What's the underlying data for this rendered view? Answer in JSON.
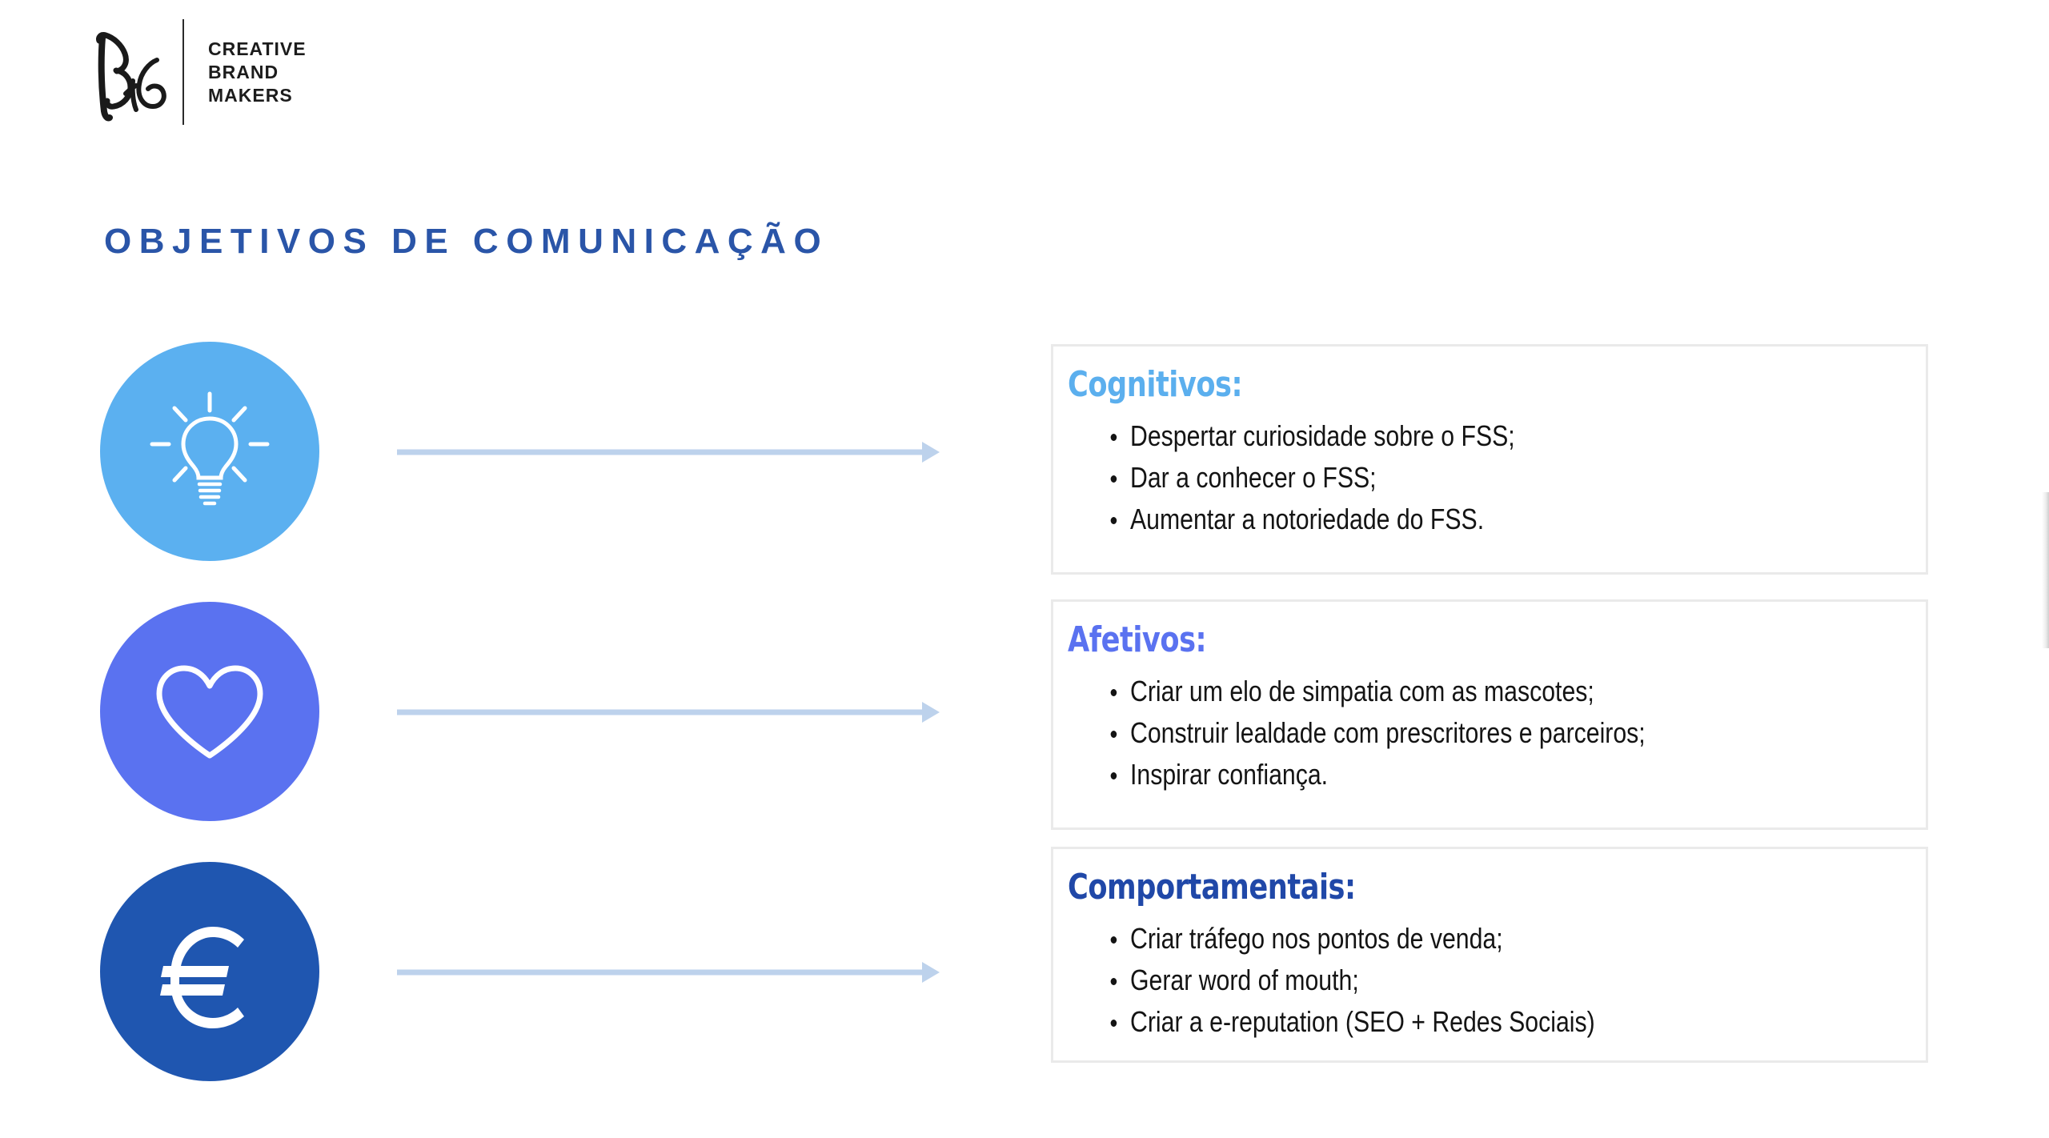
{
  "brand": {
    "monogram_alt": "B16",
    "divider": "vertical-rule",
    "tagline_lines": [
      "CREATIVE",
      "BRAND",
      "MAKERS"
    ]
  },
  "page": {
    "title": "OBJETIVOS DE COMUNICAÇÃO",
    "title_color": "#2A55A8"
  },
  "colors": {
    "light_blue": "#5BB0F0",
    "periwinkle": "#5A72F0",
    "deep_blue": "#1F56B0",
    "arrow": "#BDD2EC",
    "box_border": "#EAEAEA",
    "body_text": "#141414"
  },
  "rows": [
    {
      "icon": "lightbulb-icon",
      "circle_color": "#5BB0F0",
      "arrow_label": "arrow-right",
      "heading": "Cognitivos:",
      "heading_color": "#5BAFEE",
      "bullets": [
        "Despertar curiosidade sobre o FSS;",
        "Dar a conhecer o FSS;",
        "Aumentar a notoriedade do FSS."
      ]
    },
    {
      "icon": "heart-icon",
      "circle_color": "#5A72F0",
      "arrow_label": "arrow-right",
      "heading": "Afetivos:",
      "heading_color": "#5A72F0",
      "bullets": [
        "Criar um elo de simpatia com as mascotes;",
        "Construir lealdade com prescritores e parceiros;",
        "Inspirar confiança."
      ]
    },
    {
      "icon": "euro-icon",
      "circle_color": "#1F56B0",
      "arrow_label": "arrow-right",
      "heading": "Comportamentais:",
      "heading_color": "#2048A8",
      "bullets": [
        "Criar tráfego nos pontos de venda;",
        "Gerar word of mouth;",
        "Criar a e-reputation (SEO + Redes Sociais)"
      ]
    }
  ]
}
